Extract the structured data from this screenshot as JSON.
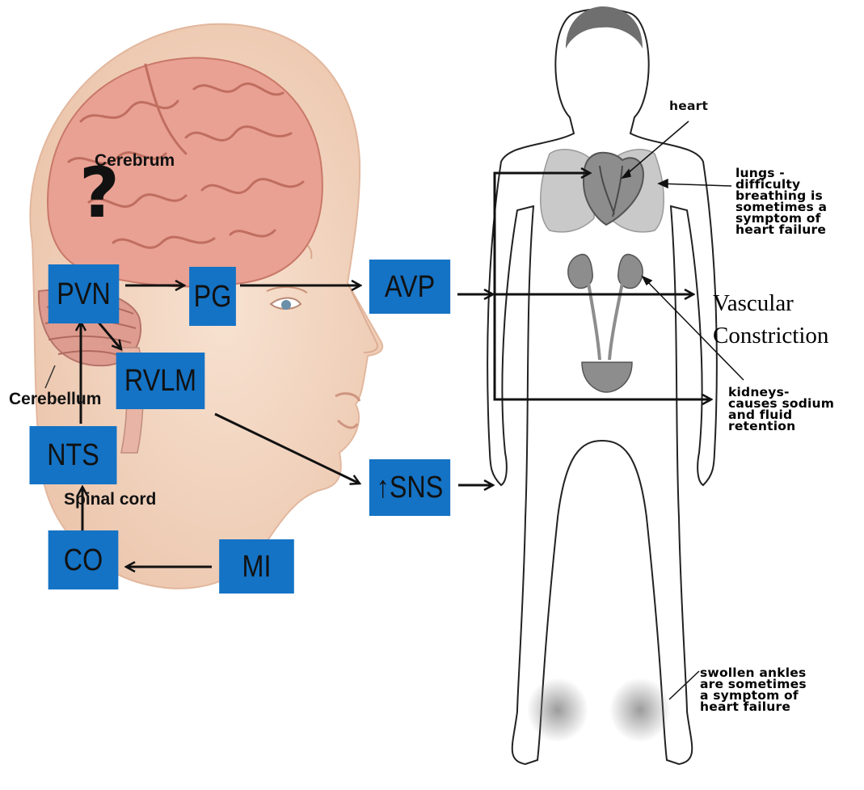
{
  "nodes": {
    "pvn": "PVN",
    "pg": "PG",
    "avp": "AVP",
    "rvlm": "RVLM",
    "nts": "NTS",
    "sns": "↑SNS",
    "co": "CO",
    "mi": "MI"
  },
  "brain_labels": {
    "cerebrum": "Cerebrum",
    "cerebellum": "Cerebellum",
    "spinal_cord": "Spinal cord",
    "unknown_mark": "?"
  },
  "body_labels": {
    "heart": "heart",
    "lungs": [
      "lungs -",
      "difficulty",
      "breathing is",
      "sometimes a",
      "symptom of",
      "heart failure"
    ],
    "kidneys": [
      "kidneys-",
      "causes sodium",
      "and fluid",
      "retention"
    ],
    "ankles": [
      "swollen ankles",
      "are sometimes",
      "a symptom of",
      "heart failure"
    ],
    "vascular": [
      "Vascular",
      "Constriction"
    ]
  },
  "colors": {
    "node_fill": "#1473c5",
    "skin": "#f3d9c4",
    "brain": "#e39a8c",
    "body_organs": "#8c8c8c"
  }
}
